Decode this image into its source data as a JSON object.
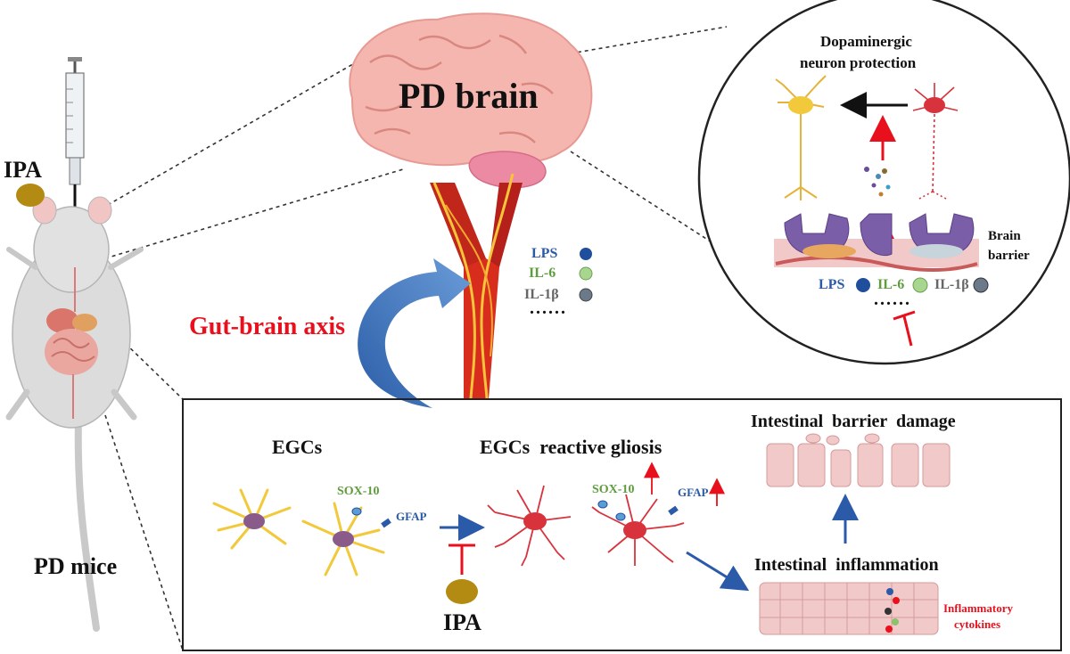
{
  "labels": {
    "ipa_top": "IPA",
    "pd_mice": "PD mice",
    "pd_brain": "PD brain",
    "gut_brain_axis": "Gut-brain axis",
    "vessel_lps": "LPS",
    "vessel_il6": "IL-6",
    "vessel_il1b": "IL-1β",
    "vessel_dots": "......",
    "circle_title_line1": "Dopaminergic",
    "circle_title_line2": "neuron protection",
    "brain_barrier_line1": "Brain",
    "brain_barrier_line2": "barrier",
    "circle_lps": "LPS",
    "circle_il6": "IL-6",
    "circle_il1b": "IL-1β",
    "circle_dots": "......",
    "egcs": "EGCs",
    "egcs_gliosis": "EGCs  reactive gliosis",
    "sox10_left": "SOX-10",
    "gfap_left": "GFAP",
    "sox10_right": "SOX-10",
    "gfap_right": "GFAP",
    "intestinal_barrier_damage": "Intestinal  barrier  damage",
    "intestinal_inflammation": "Intestinal  inflammation",
    "inflammatory_line1": "Inflammatory",
    "inflammatory_line2": "cytokines",
    "ipa_bottom": "IPA"
  },
  "colors": {
    "red_text": "#e8101c",
    "lps": "#1f4e9c",
    "il6": "#8cc26b",
    "il1b": "#5e6b7a",
    "arrow_blue": "#2a5aa8",
    "neuron_yellow": "#f1c93a",
    "neuron_red": "#d8333d",
    "brain_pink": "#f6b6b0",
    "ipa_brown": "#b38b12"
  }
}
